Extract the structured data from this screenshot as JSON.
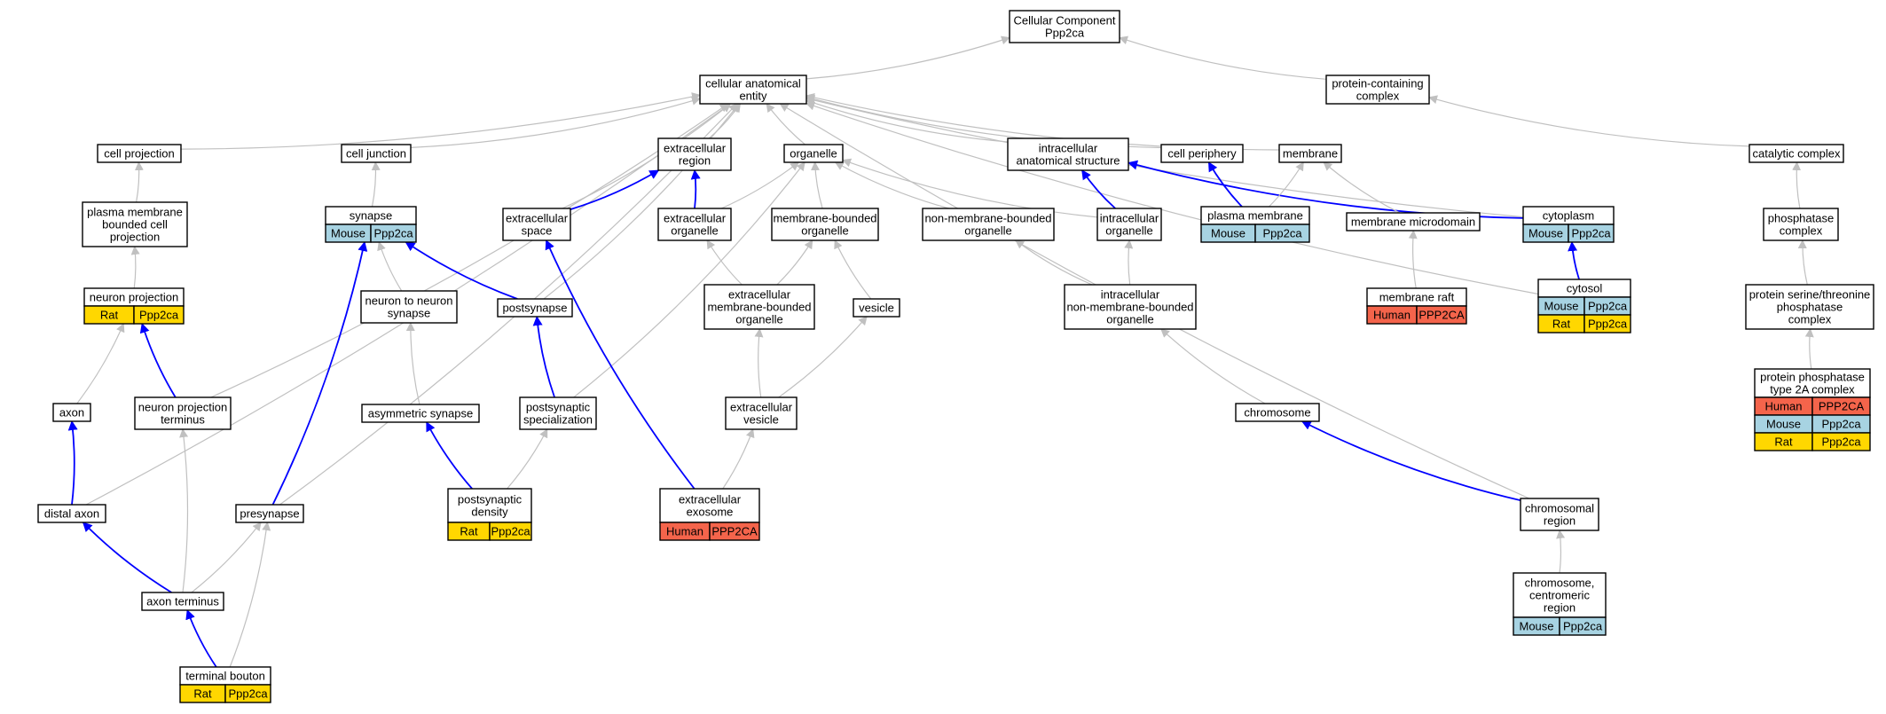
{
  "colors": {
    "gray_edge": "#c0c0c0",
    "blue_edge": "#0000ff",
    "Human": "#f4644b",
    "Mouse": "#a7d3e2",
    "Rat": "#ffd700"
  },
  "nodes": [
    {
      "id": "cc",
      "lines": [
        "Cellular Component",
        "Ppp2ca"
      ],
      "annotations": []
    },
    {
      "id": "cae",
      "lines": [
        "cellular anatomical",
        "entity"
      ],
      "annotations": []
    },
    {
      "id": "pcc",
      "lines": [
        "protein-containing",
        "complex"
      ],
      "annotations": []
    },
    {
      "id": "cellproj",
      "lines": [
        "cell projection"
      ],
      "annotations": []
    },
    {
      "id": "celljunc",
      "lines": [
        "cell junction"
      ],
      "annotations": []
    },
    {
      "id": "extreg",
      "lines": [
        "extracellular",
        "region"
      ],
      "annotations": []
    },
    {
      "id": "organelle",
      "lines": [
        "organelle"
      ],
      "annotations": []
    },
    {
      "id": "ias",
      "lines": [
        "intracellular",
        "anatomical structure"
      ],
      "annotations": []
    },
    {
      "id": "cellper",
      "lines": [
        "cell periphery"
      ],
      "annotations": []
    },
    {
      "id": "membrane",
      "lines": [
        "membrane"
      ],
      "annotations": []
    },
    {
      "id": "catcomp",
      "lines": [
        "catalytic complex"
      ],
      "annotations": []
    },
    {
      "id": "pmbcp",
      "lines": [
        "plasma membrane",
        "bounded cell",
        "projection"
      ],
      "annotations": []
    },
    {
      "id": "synapse",
      "lines": [
        "synapse"
      ],
      "annotations": [
        {
          "species": "Mouse",
          "gene": "Ppp2ca"
        }
      ]
    },
    {
      "id": "extspace",
      "lines": [
        "extracellular",
        "space"
      ],
      "annotations": []
    },
    {
      "id": "extorg",
      "lines": [
        "extracellular",
        "organelle"
      ],
      "annotations": []
    },
    {
      "id": "mbo",
      "lines": [
        "membrane-bounded",
        "organelle"
      ],
      "annotations": []
    },
    {
      "id": "nmbo",
      "lines": [
        "non-membrane-bounded",
        "organelle"
      ],
      "annotations": []
    },
    {
      "id": "intorg",
      "lines": [
        "intracellular",
        "organelle"
      ],
      "annotations": []
    },
    {
      "id": "plasmamem",
      "lines": [
        "plasma membrane"
      ],
      "annotations": [
        {
          "species": "Mouse",
          "gene": "Ppp2ca"
        }
      ]
    },
    {
      "id": "memmicro",
      "lines": [
        "membrane microdomain"
      ],
      "annotations": []
    },
    {
      "id": "cytoplasm",
      "lines": [
        "cytoplasm"
      ],
      "annotations": [
        {
          "species": "Mouse",
          "gene": "Ppp2ca"
        }
      ]
    },
    {
      "id": "phoscomp",
      "lines": [
        "phosphatase",
        "complex"
      ],
      "annotations": []
    },
    {
      "id": "neuproj",
      "lines": [
        "neuron projection"
      ],
      "annotations": [
        {
          "species": "Rat",
          "gene": "Ppp2ca"
        }
      ]
    },
    {
      "id": "n2n",
      "lines": [
        "neuron to neuron",
        "synapse"
      ],
      "annotations": []
    },
    {
      "id": "postsyn",
      "lines": [
        "postsynapse"
      ],
      "annotations": []
    },
    {
      "id": "embo",
      "lines": [
        "extracellular",
        "membrane-bounded",
        "organelle"
      ],
      "annotations": []
    },
    {
      "id": "vesicle",
      "lines": [
        "vesicle"
      ],
      "annotations": []
    },
    {
      "id": "inmbo",
      "lines": [
        "intracellular",
        "non-membrane-bounded",
        "organelle"
      ],
      "annotations": []
    },
    {
      "id": "memraft",
      "lines": [
        "membrane raft"
      ],
      "annotations": [
        {
          "species": "Human",
          "gene": "PPP2CA"
        }
      ]
    },
    {
      "id": "cytosol",
      "lines": [
        "cytosol"
      ],
      "annotations": [
        {
          "species": "Mouse",
          "gene": "Ppp2ca"
        },
        {
          "species": "Rat",
          "gene": "Ppp2ca"
        }
      ]
    },
    {
      "id": "pstpc",
      "lines": [
        "protein serine/threonine",
        "phosphatase",
        "complex"
      ],
      "annotations": []
    },
    {
      "id": "pp2a",
      "lines": [
        "protein phosphatase",
        "type 2A complex"
      ],
      "annotations": [
        {
          "species": "Human",
          "gene": "PPP2CA"
        },
        {
          "species": "Mouse",
          "gene": "Ppp2ca"
        },
        {
          "species": "Rat",
          "gene": "Ppp2ca"
        }
      ]
    },
    {
      "id": "axon",
      "lines": [
        "axon"
      ],
      "annotations": []
    },
    {
      "id": "npt",
      "lines": [
        "neuron projection",
        "terminus"
      ],
      "annotations": []
    },
    {
      "id": "asymsyn",
      "lines": [
        "asymmetric synapse"
      ],
      "annotations": []
    },
    {
      "id": "pss",
      "lines": [
        "postsynaptic",
        "specialization"
      ],
      "annotations": []
    },
    {
      "id": "extves",
      "lines": [
        "extracellular",
        "vesicle"
      ],
      "annotations": []
    },
    {
      "id": "chromosome",
      "lines": [
        "chromosome"
      ],
      "annotations": []
    },
    {
      "id": "distaxon",
      "lines": [
        "distal axon"
      ],
      "annotations": []
    },
    {
      "id": "presyn",
      "lines": [
        "presynapse"
      ],
      "annotations": []
    },
    {
      "id": "psd",
      "lines": [
        "postsynaptic",
        "density"
      ],
      "annotations": [
        {
          "species": "Rat",
          "gene": "Ppp2ca"
        }
      ]
    },
    {
      "id": "exosome",
      "lines": [
        "extracellular",
        "exosome"
      ],
      "annotations": [
        {
          "species": "Human",
          "gene": "PPP2CA"
        }
      ]
    },
    {
      "id": "chromreg",
      "lines": [
        "chromosomal",
        "region"
      ],
      "annotations": []
    },
    {
      "id": "axonterm",
      "lines": [
        "axon terminus"
      ],
      "annotations": []
    },
    {
      "id": "ccr",
      "lines": [
        "chromosome,",
        "centromeric",
        "region"
      ],
      "annotations": [
        {
          "species": "Mouse",
          "gene": "Ppp2ca"
        }
      ]
    },
    {
      "id": "termbouton",
      "lines": [
        "terminal bouton"
      ],
      "annotations": [
        {
          "species": "Rat",
          "gene": "Ppp2ca"
        }
      ]
    }
  ],
  "edges": [
    {
      "from": "cae",
      "to": "cc",
      "kind": "gray"
    },
    {
      "from": "pcc",
      "to": "cc",
      "kind": "gray"
    },
    {
      "from": "cellproj",
      "to": "cae",
      "kind": "gray"
    },
    {
      "from": "celljunc",
      "to": "cae",
      "kind": "gray"
    },
    {
      "from": "extreg",
      "to": "cae",
      "kind": "gray"
    },
    {
      "from": "organelle",
      "to": "cae",
      "kind": "gray"
    },
    {
      "from": "ias",
      "to": "cae",
      "kind": "gray"
    },
    {
      "from": "cellper",
      "to": "cae",
      "kind": "gray"
    },
    {
      "from": "membrane",
      "to": "cae",
      "kind": "gray"
    },
    {
      "from": "catcomp",
      "to": "pcc",
      "kind": "gray"
    },
    {
      "from": "distaxon",
      "to": "cae",
      "kind": "gray"
    },
    {
      "from": "npt",
      "to": "cae",
      "kind": "gray"
    },
    {
      "from": "presyn",
      "to": "cae",
      "kind": "gray"
    },
    {
      "from": "postsyn",
      "to": "cae",
      "kind": "gray"
    },
    {
      "from": "extspace",
      "to": "cae",
      "kind": "gray"
    },
    {
      "from": "cytoplasm",
      "to": "cae",
      "kind": "gray"
    },
    {
      "from": "cytosol",
      "to": "cae",
      "kind": "gray"
    },
    {
      "from": "chromreg",
      "to": "cae",
      "kind": "gray"
    },
    {
      "from": "pmbcp",
      "to": "cellproj",
      "kind": "gray"
    },
    {
      "from": "neuproj",
      "to": "pmbcp",
      "kind": "gray"
    },
    {
      "from": "synapse",
      "to": "celljunc",
      "kind": "gray"
    },
    {
      "from": "extspace",
      "to": "extreg",
      "kind": "blue"
    },
    {
      "from": "extorg",
      "to": "extreg",
      "kind": "blue"
    },
    {
      "from": "extorg",
      "to": "organelle",
      "kind": "gray"
    },
    {
      "from": "mbo",
      "to": "organelle",
      "kind": "gray"
    },
    {
      "from": "nmbo",
      "to": "organelle",
      "kind": "gray"
    },
    {
      "from": "intorg",
      "to": "organelle",
      "kind": "gray"
    },
    {
      "from": "pss",
      "to": "organelle",
      "kind": "gray"
    },
    {
      "from": "intorg",
      "to": "ias",
      "kind": "blue"
    },
    {
      "from": "cytoplasm",
      "to": "ias",
      "kind": "blue"
    },
    {
      "from": "plasmamem",
      "to": "cellper",
      "kind": "blue"
    },
    {
      "from": "plasmamem",
      "to": "membrane",
      "kind": "gray"
    },
    {
      "from": "memmicro",
      "to": "membrane",
      "kind": "gray"
    },
    {
      "from": "phoscomp",
      "to": "catcomp",
      "kind": "gray"
    },
    {
      "from": "pstpc",
      "to": "phoscomp",
      "kind": "gray"
    },
    {
      "from": "pp2a",
      "to": "pstpc",
      "kind": "gray"
    },
    {
      "from": "memraft",
      "to": "memmicro",
      "kind": "gray"
    },
    {
      "from": "cytosol",
      "to": "cytoplasm",
      "kind": "blue"
    },
    {
      "from": "axon",
      "to": "neuproj",
      "kind": "gray"
    },
    {
      "from": "npt",
      "to": "neuproj",
      "kind": "blue"
    },
    {
      "from": "n2n",
      "to": "synapse",
      "kind": "gray"
    },
    {
      "from": "postsyn",
      "to": "synapse",
      "kind": "blue"
    },
    {
      "from": "presyn",
      "to": "synapse",
      "kind": "blue"
    },
    {
      "from": "exosome",
      "to": "extspace",
      "kind": "blue"
    },
    {
      "from": "embo",
      "to": "extorg",
      "kind": "gray"
    },
    {
      "from": "embo",
      "to": "mbo",
      "kind": "gray"
    },
    {
      "from": "vesicle",
      "to": "mbo",
      "kind": "gray"
    },
    {
      "from": "inmbo",
      "to": "nmbo",
      "kind": "gray"
    },
    {
      "from": "inmbo",
      "to": "intorg",
      "kind": "gray"
    },
    {
      "from": "extves",
      "to": "embo",
      "kind": "gray"
    },
    {
      "from": "extves",
      "to": "vesicle",
      "kind": "gray"
    },
    {
      "from": "chromosome",
      "to": "inmbo",
      "kind": "gray"
    },
    {
      "from": "asymsyn",
      "to": "n2n",
      "kind": "gray"
    },
    {
      "from": "pss",
      "to": "postsyn",
      "kind": "blue"
    },
    {
      "from": "distaxon",
      "to": "axon",
      "kind": "blue"
    },
    {
      "from": "axonterm",
      "to": "npt",
      "kind": "gray"
    },
    {
      "from": "psd",
      "to": "asymsyn",
      "kind": "blue"
    },
    {
      "from": "psd",
      "to": "pss",
      "kind": "gray"
    },
    {
      "from": "exosome",
      "to": "extves",
      "kind": "gray"
    },
    {
      "from": "chromreg",
      "to": "chromosome",
      "kind": "blue"
    },
    {
      "from": "axonterm",
      "to": "distaxon",
      "kind": "blue"
    },
    {
      "from": "axonterm",
      "to": "presyn",
      "kind": "gray"
    },
    {
      "from": "termbouton",
      "to": "presyn",
      "kind": "gray"
    },
    {
      "from": "ccr",
      "to": "chromreg",
      "kind": "gray"
    },
    {
      "from": "termbouton",
      "to": "axonterm",
      "kind": "blue"
    }
  ]
}
